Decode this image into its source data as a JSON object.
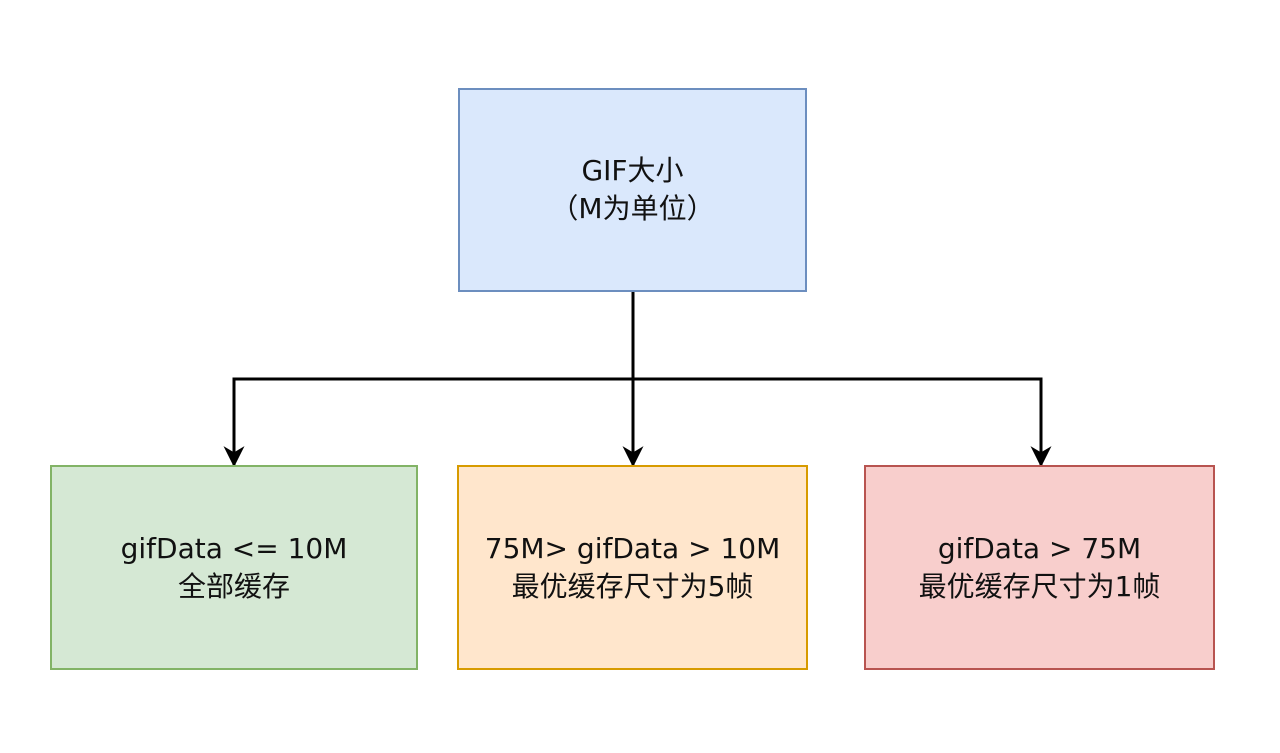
{
  "colors": {
    "edge": "#000000",
    "root_fill": "#dae8fc",
    "root_border": "#6c8ebf",
    "small_fill": "#d5e8d4",
    "small_border": "#82b366",
    "medium_fill": "#ffe6cc",
    "medium_border": "#d79b00",
    "large_fill": "#f8cecc",
    "large_border": "#b85450"
  },
  "nodes": {
    "root": {
      "line1": "GIF大小",
      "line2": "（M为单位）"
    },
    "small": {
      "line1": "gifData <= 10M",
      "line2": "全部缓存"
    },
    "medium": {
      "line1": "75M> gifData > 10M",
      "line2": "最优缓存尺寸为5帧"
    },
    "large": {
      "line1": "gifData > 75M",
      "line2": "最优缓存尺寸为1帧"
    }
  },
  "edges": [
    {
      "from": "root",
      "to": "small"
    },
    {
      "from": "root",
      "to": "medium"
    },
    {
      "from": "root",
      "to": "large"
    }
  ]
}
